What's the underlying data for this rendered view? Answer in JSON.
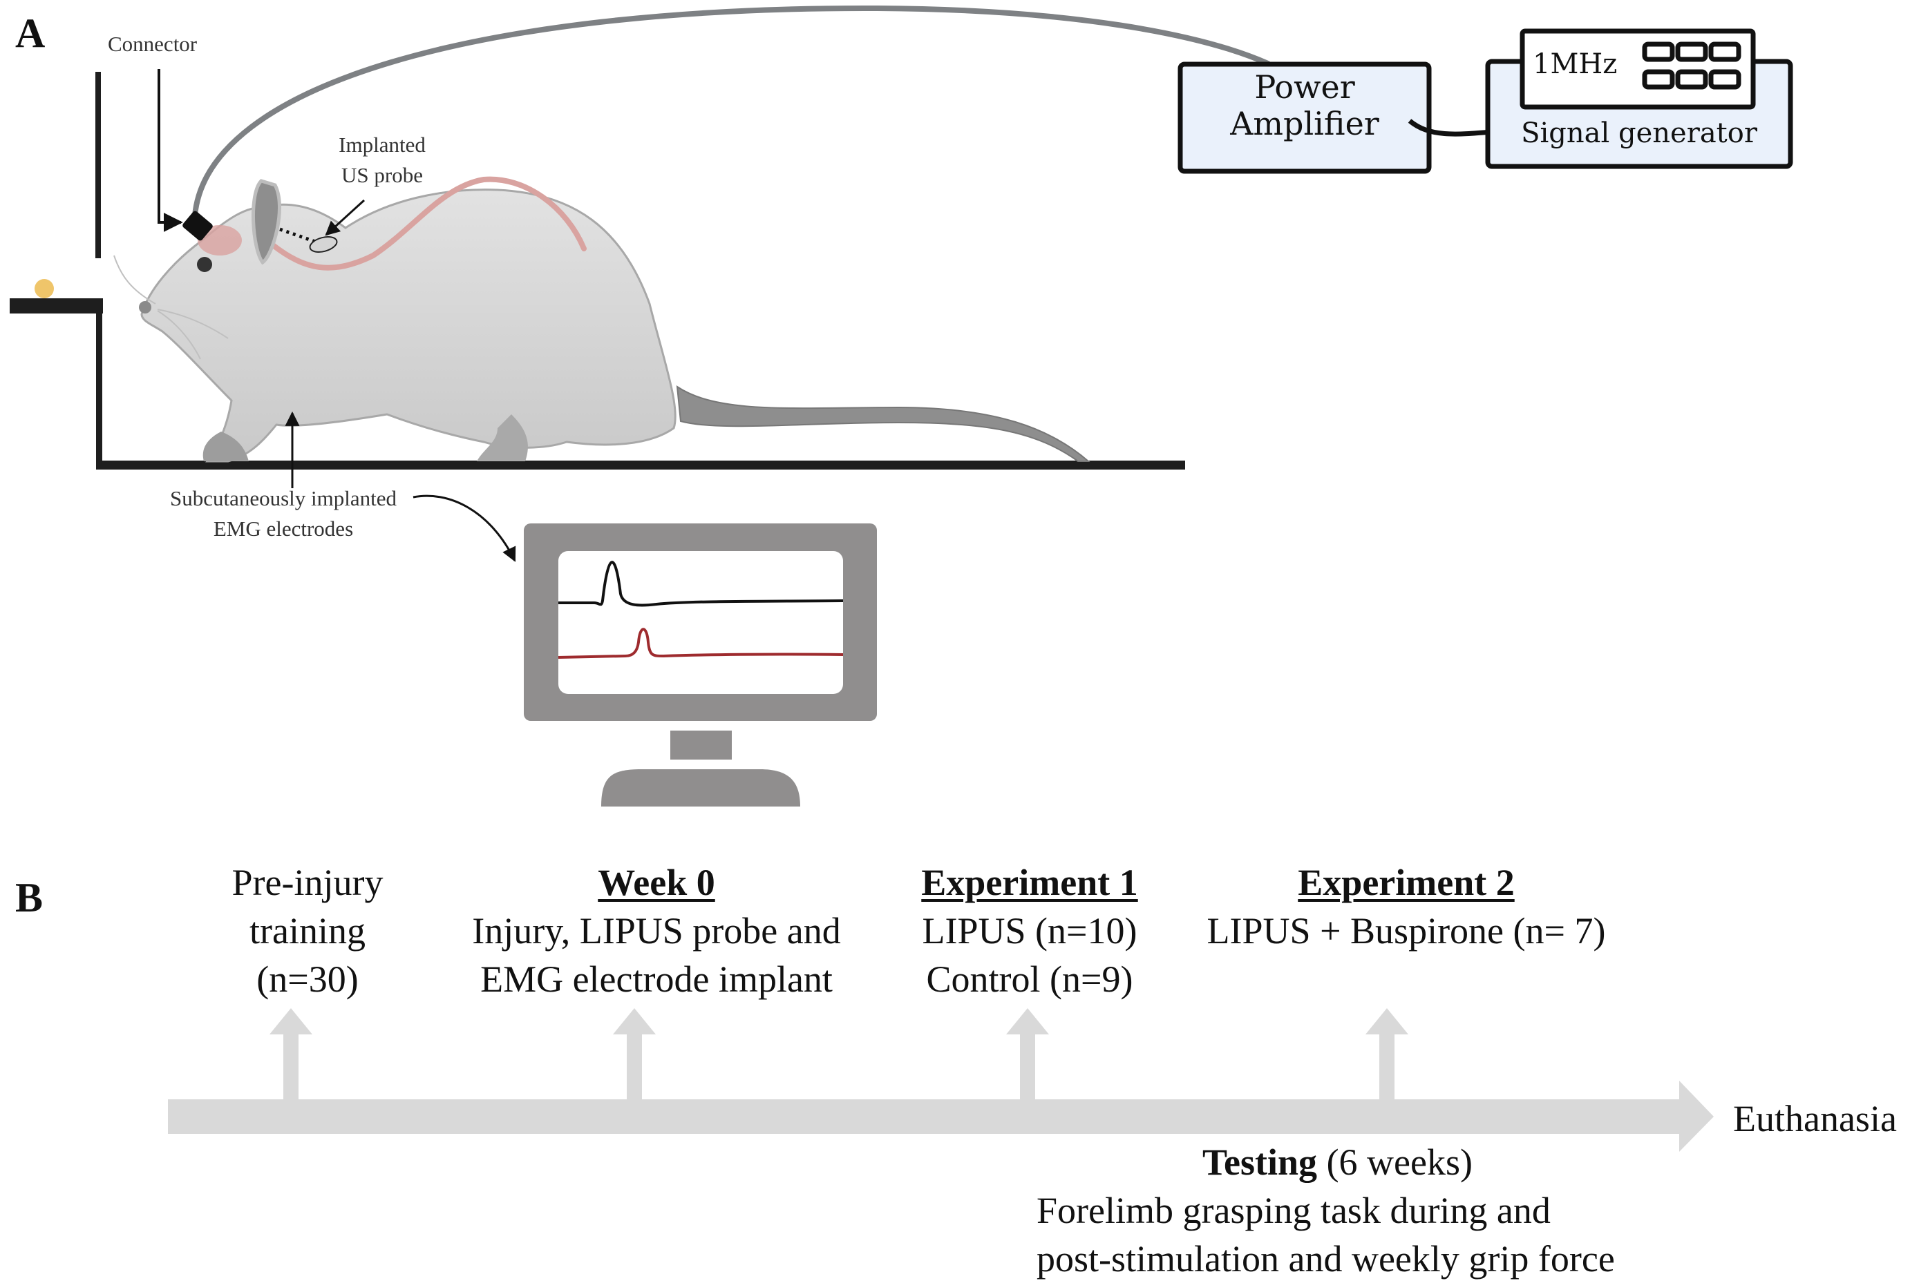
{
  "panel_a": {
    "letter": "A",
    "labels": {
      "connector": "Connector",
      "implanted_probe_line1": "Implanted",
      "implanted_probe_line2": "US probe",
      "emg_line1": "Subcutaneously implanted",
      "emg_line2": "EMG electrodes"
    },
    "devices": {
      "power_amplifier_line1": "Power",
      "power_amplifier_line2": "Amplifier",
      "signal_generator": "Signal generator",
      "frequency": "1MHz"
    },
    "colors": {
      "device_fill": "#EAF1FB",
      "cable": "#7E8184",
      "rat_body": "#DEDEDE",
      "spinal_line": "#D9A3A0",
      "pellet": "#EFC56A",
      "monitor": "#908E8E",
      "emg_trace_1": "#111111",
      "emg_trace_2": "#9E2B2E"
    }
  },
  "panel_b": {
    "letter": "B",
    "milestones": [
      {
        "heading": "",
        "lines": [
          "Pre-injury",
          "training",
          "(n=30)"
        ]
      },
      {
        "heading": "Week 0",
        "lines": [
          "Injury, LIPUS probe and",
          "EMG electrode implant"
        ]
      },
      {
        "heading": "Experiment 1",
        "lines": [
          "LIPUS (n=10)",
          "Control (n=9)"
        ]
      },
      {
        "heading": "Experiment 2",
        "lines": [
          "LIPUS + Buspirone (n= 7)"
        ]
      }
    ],
    "end_label": "Euthanasia",
    "testing": {
      "heading": "Testing",
      "duration": "(6 weeks)",
      "line1": "Forelimb grasping task during and",
      "line2": "post-stimulation and weekly grip force"
    },
    "colors": {
      "arrow": "#D9D9D9"
    }
  }
}
